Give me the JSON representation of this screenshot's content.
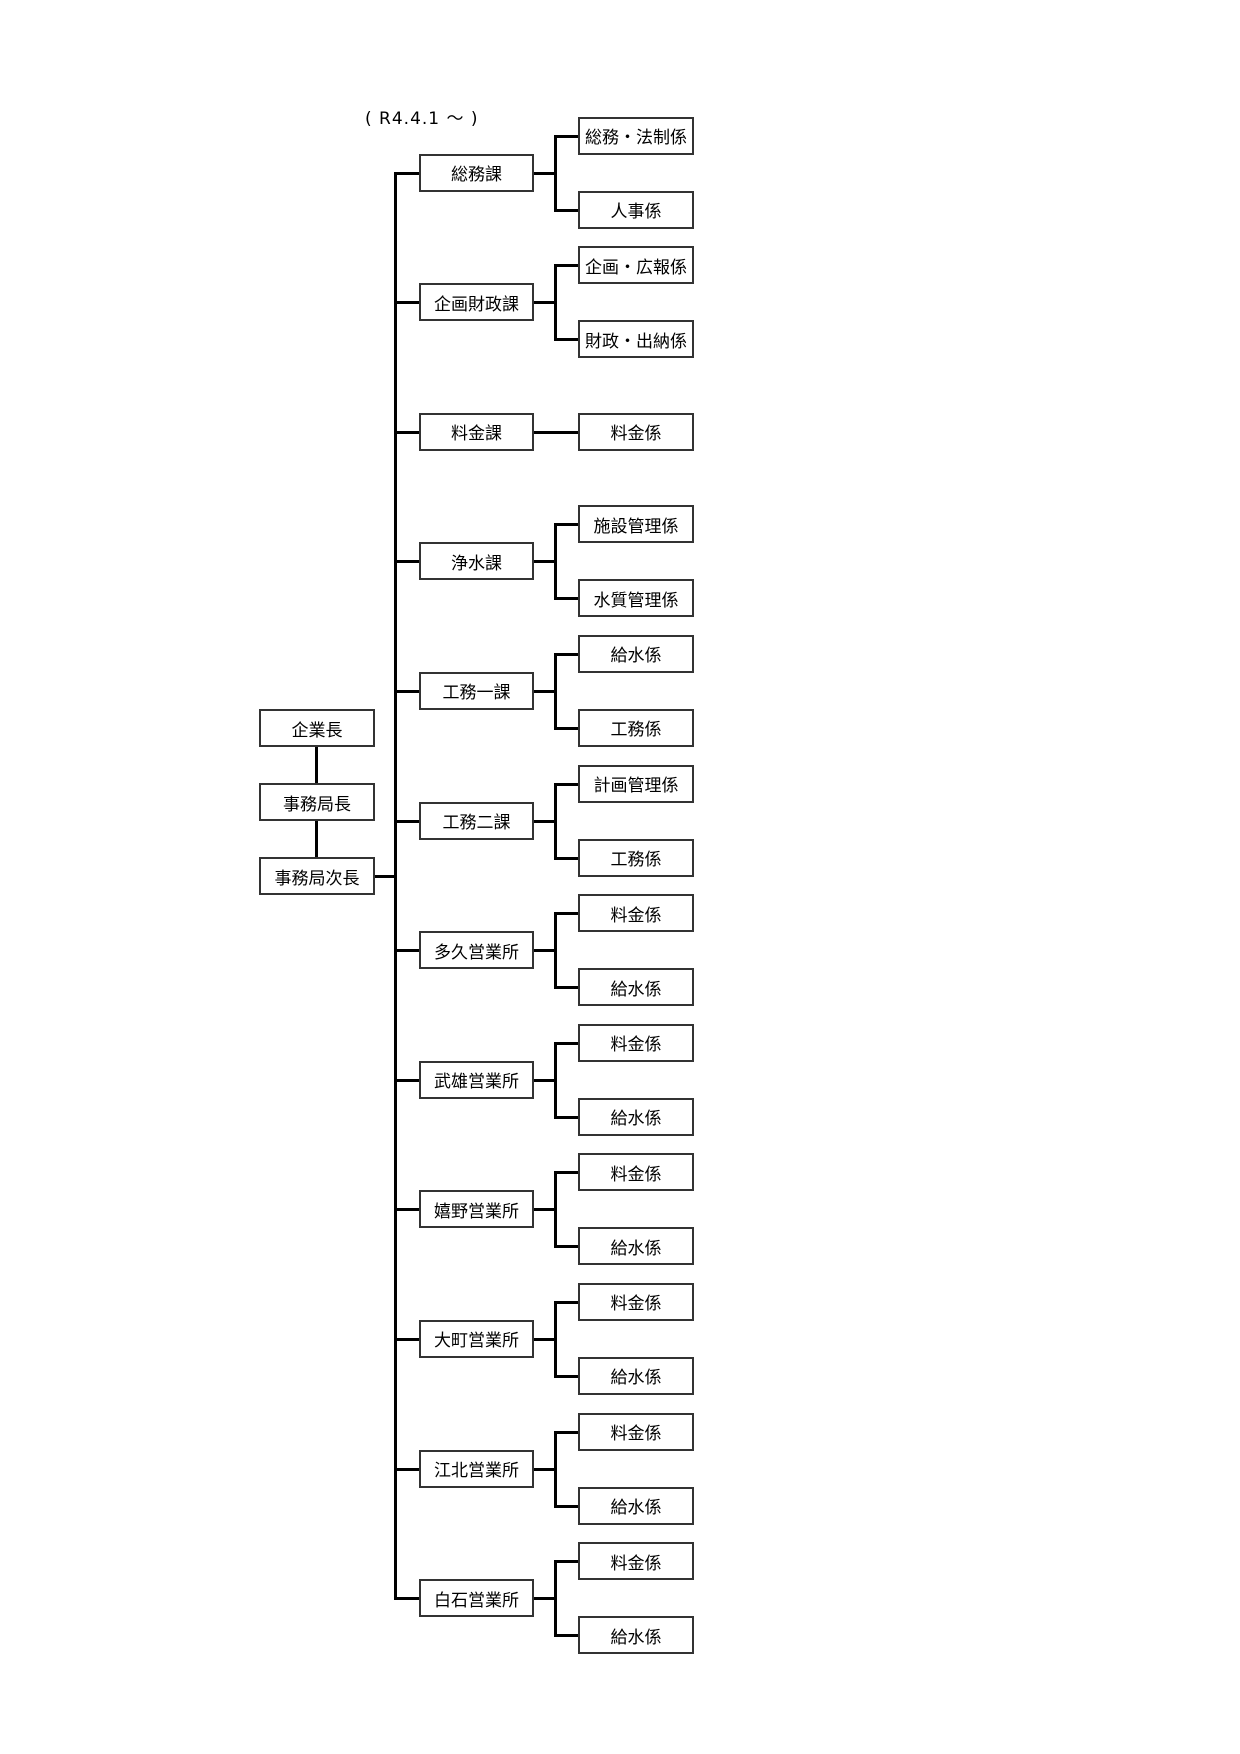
{
  "date_label": "( R4.4.1 ～ )",
  "executives": [
    "企業長",
    "事務局長",
    "事務局次長"
  ],
  "divisions": [
    {
      "name": "総務課",
      "sections": [
        "総務・法制係",
        "人事係"
      ]
    },
    {
      "name": "企画財政課",
      "sections": [
        "企画・広報係",
        "財政・出納係"
      ]
    },
    {
      "name": "料金課",
      "sections": [
        "料金係"
      ]
    },
    {
      "name": "浄水課",
      "sections": [
        "施設管理係",
        "水質管理係"
      ]
    },
    {
      "name": "工務一課",
      "sections": [
        "給水係",
        "工務係"
      ]
    },
    {
      "name": "工務二課",
      "sections": [
        "計画管理係",
        "工務係"
      ]
    },
    {
      "name": "多久営業所",
      "sections": [
        "料金係",
        "給水係"
      ]
    },
    {
      "name": "武雄営業所",
      "sections": [
        "料金係",
        "給水係"
      ]
    },
    {
      "name": "嬉野営業所",
      "sections": [
        "料金係",
        "給水係"
      ]
    },
    {
      "name": "大町営業所",
      "sections": [
        "料金係",
        "給水係"
      ]
    },
    {
      "name": "江北営業所",
      "sections": [
        "料金係",
        "給水係"
      ]
    },
    {
      "name": "白石営業所",
      "sections": [
        "料金係",
        "給水係"
      ]
    }
  ]
}
